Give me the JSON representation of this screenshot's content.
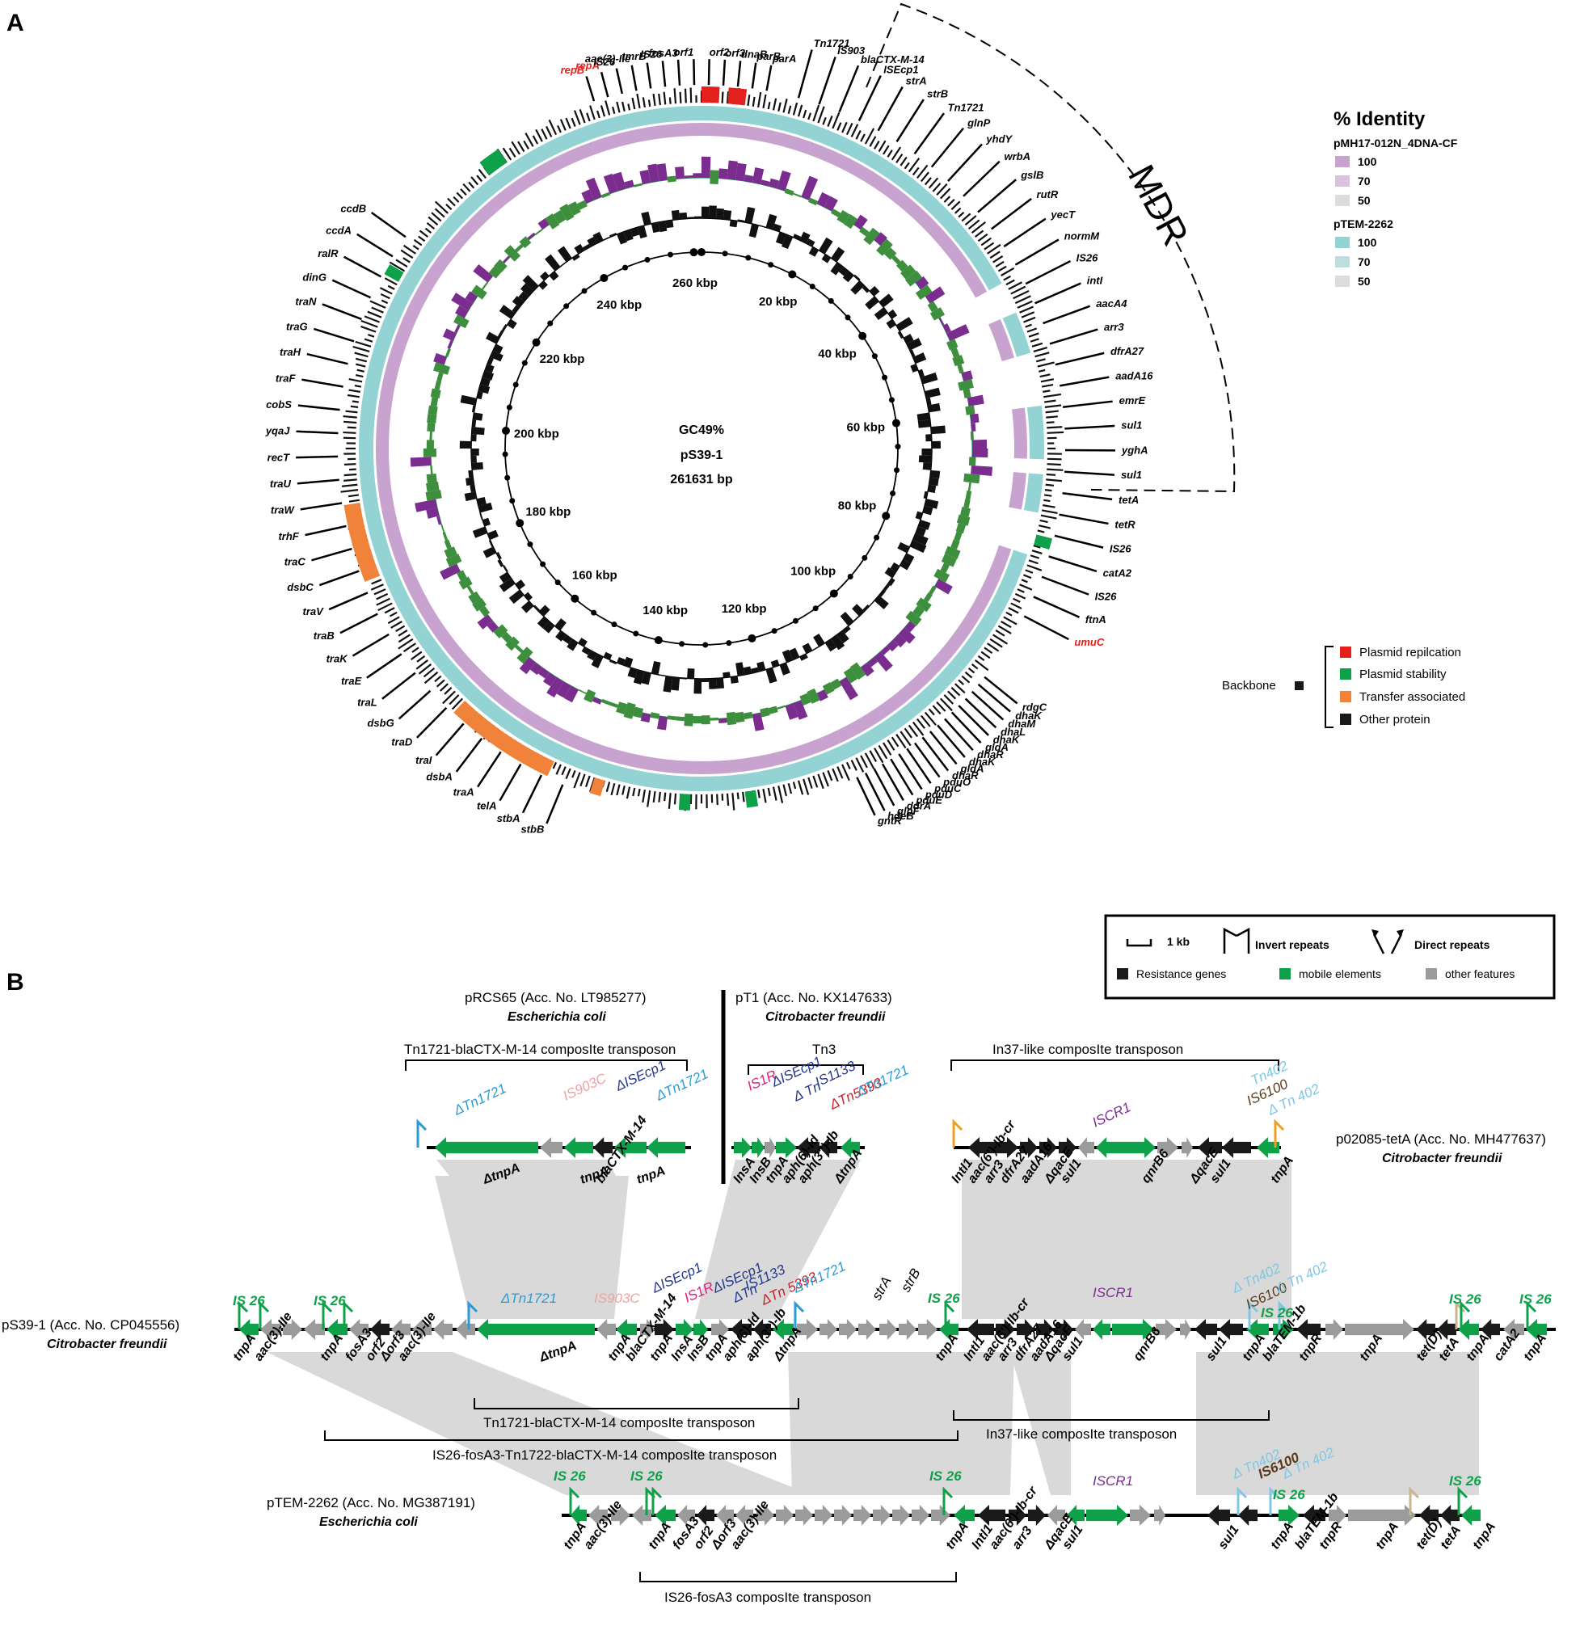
{
  "panel_a": {
    "label": "A",
    "center_lines": [
      "GC49%",
      "pS39-1",
      "261631 bp"
    ],
    "kbp_ticks": [
      "20 kbp",
      "40 kbp",
      "60 kbp",
      "80 kbp",
      "100 kbp",
      "120 kbp",
      "140 kbp",
      "160 kbp",
      "180 kbp",
      "200 kbp",
      "220 kbp",
      "240 kbp",
      "260 kbp"
    ],
    "mdr_label": "MDR",
    "gene_labels_top": [
      "repB",
      "repA",
      "IS26",
      "aac(3)-IIe",
      "tmrB",
      "IS26",
      "fosA3",
      "orf1",
      "orf2",
      "orf3",
      "dnaB",
      "parB",
      "parA"
    ],
    "gene_labels_right": [
      "Tn1721",
      "IS903",
      "blaCTX-M-14",
      "ISEcp1",
      "strA",
      "strB",
      "Tn1721",
      "glnP",
      "yhdY",
      "wrbA",
      "gslB",
      "rutR",
      "yecT",
      "normM",
      "IS26",
      "intI",
      "aacA4",
      "arr3",
      "dfrA27",
      "aadA16",
      "emrE",
      "sul1",
      "yghA",
      "sul1",
      "tetA",
      "tetR",
      "IS26",
      "catA2",
      "IS26",
      "ftnA",
      "umuC"
    ],
    "gene_labels_left": [
      "ccdB",
      "ccdA",
      "ralR",
      "dinG",
      "traN",
      "traG",
      "traH",
      "traF",
      "cobS",
      "yqaJ",
      "recT",
      "traU",
      "traW",
      "trhF",
      "traC",
      "dsbC",
      "traV",
      "traB",
      "traK",
      "traE",
      "traL",
      "dsbG",
      "traD",
      "traI",
      "dsbA",
      "traA",
      "telA",
      "stbA",
      "stbB"
    ],
    "gene_labels_bottom": [
      "gntR",
      "hdeB",
      "glpF",
      "ddrA",
      "pduE",
      "pduD",
      "pduC",
      "pduO",
      "dhaR",
      "gldA",
      "dhaK",
      "dhaR",
      "gldA",
      "dhaK",
      "dhaL",
      "dhaM",
      "dhaK",
      "rdgC"
    ],
    "legend": {
      "title": "% Identity",
      "groups": [
        {
          "name": "pMH17-012N_4DNA-CF",
          "items": [
            "100",
            "70",
            "50"
          ],
          "colors": [
            "#c9a3cf",
            "#d8c2dc",
            "#dcdcdc"
          ]
        },
        {
          "name": "pTEM-2262",
          "items": [
            "100",
            "70",
            "50"
          ],
          "colors": [
            "#94d3d3",
            "#bcdede",
            "#dcdcdc"
          ]
        }
      ]
    },
    "backbone": {
      "label": "Backbone",
      "items": [
        {
          "label": "Plasmid repilcation",
          "color": "#e3201b"
        },
        {
          "label": "Plasmid stability",
          "color": "#0fa14a"
        },
        {
          "label": "Transfer associated",
          "color": "#f0823a"
        },
        {
          "label": "Other protein",
          "color": "#1a1a1a"
        }
      ]
    }
  },
  "panel_b": {
    "label": "B",
    "legend": {
      "scale": "1 kb",
      "invert": "Invert repeats",
      "direct": "Direct repeats",
      "items": [
        {
          "label": "Resistance genes",
          "color": "#1a1a1a"
        },
        {
          "label": "mobile elements",
          "color": "#0fa14a"
        },
        {
          "label": "other features",
          "color": "#9b9b9b"
        }
      ]
    },
    "pRCS65": {
      "name": "pRCS65 (Acc. No. LT985277)",
      "species": "Escherichia coli"
    },
    "pT1": {
      "name": "pT1 (Acc. No. KX147633)",
      "species": "Citrobacter freundii"
    },
    "p02085": {
      "name": "p02085-tetA (Acc. No. MH477637)",
      "species": "Citrobacter freundii"
    },
    "pS39": {
      "name": "pS39-1 (Acc. No. CP045556)",
      "species": "Citrobacter freundii"
    },
    "pTEM": {
      "name": "pTEM-2262 (Acc. No. MG387191)",
      "species": "Escherichia coli"
    },
    "brackets": {
      "tn1721_top": "Tn1721-blaCTX-M-14 composIte transposon",
      "tn3": "Tn3",
      "in37_top": "In37-like composIte transposon",
      "tn1721_mid": "Tn1721-blaCTX-M-14 composIte transposon",
      "in37_mid": "In37-like composIte transposon",
      "is26_long": "IS26-fosA3-Tn1722-blaCTX-M-14 composIte transposon",
      "is26_fosA3": "IS26-fosA3 composIte transposon"
    },
    "top_features": [
      "ΔTn1721",
      "IS903C",
      "ΔISEcp1",
      "ΔTn1721",
      "IS1R",
      "ΔISEcp1",
      "Δ Tn",
      "IS1133",
      "ΔTn5393",
      "ΔTn1721",
      "ISCR1",
      "Tn402",
      "IS6100",
      "Δ Tn 402"
    ],
    "top_genes": [
      "ΔtnpA",
      "tnpA",
      "blaCTX-M-14",
      "tnpA",
      "InsA",
      "InsB",
      "tnpA",
      "aph(6)-Id",
      "aph(3'')-Ib",
      "ΔtnpA",
      "Intl1",
      "aac(6')-Ib-cr",
      "arr3",
      "dfrA27",
      "aadA16",
      "ΔqacE",
      "sul1",
      "qnrB6",
      "ΔqacE",
      "sul1",
      "tnpA"
    ],
    "mid_features": [
      "IS 26",
      "IS 26",
      "ΔTn1721",
      "IS903C",
      "ΔISEcp1",
      "IS1R",
      "ΔISEcp1",
      "ΔTn",
      "IS1133",
      "ΔTn 5393",
      "ΔTn1721",
      "strA",
      "strB",
      "IS 26",
      "ISCR1",
      "Δ Tn402",
      "IS6100",
      "Δ Tn 402",
      "IS 26",
      "IS 26",
      "IS 26"
    ],
    "mid_genes": [
      "tnpA",
      "aac(3)-IIe",
      "tnpA",
      "fosA3",
      "orf2",
      "Δorf3",
      "aac(3)-IIe",
      "ΔtnpA",
      "tnpA",
      "blaCTX-M-14",
      "tnpA",
      "InsA",
      "InsB",
      "tnpA",
      "aph(6)-Id",
      "aph(3'')-Ib",
      "ΔtnpA",
      "tnpA",
      "Intl1",
      "aac(6')-Ib-cr",
      "arr3",
      "dfrA27",
      "aadA16",
      "ΔqacE",
      "sul1",
      "qnrB6",
      "sul1",
      "tnpA",
      "blaTEM-1b",
      "tnpR",
      "tnpA",
      "tet(D)",
      "tetA",
      "tnpA",
      "catA2",
      "tnpA"
    ],
    "bot_features": [
      "IS 26",
      "IS 26",
      "IS 26",
      "ISCR1",
      "Δ Tn402",
      "IS6100",
      "Δ Tn 402",
      "IS 26",
      "IS 26"
    ],
    "bot_genes": [
      "tnpA",
      "aac(3)-IIe",
      "tnpA",
      "fosA3",
      "orf2",
      "Δorf3",
      "aac(3)-IIe",
      "tnpA",
      "Intl1",
      "aac(6')-Ib-cr",
      "arr3",
      "ΔqacE",
      "sul1",
      "sul1",
      "tnpA",
      "blaTEM-1b",
      "tnpR",
      "tnpA",
      "tet(D)",
      "tetA",
      "tnpA"
    ]
  }
}
